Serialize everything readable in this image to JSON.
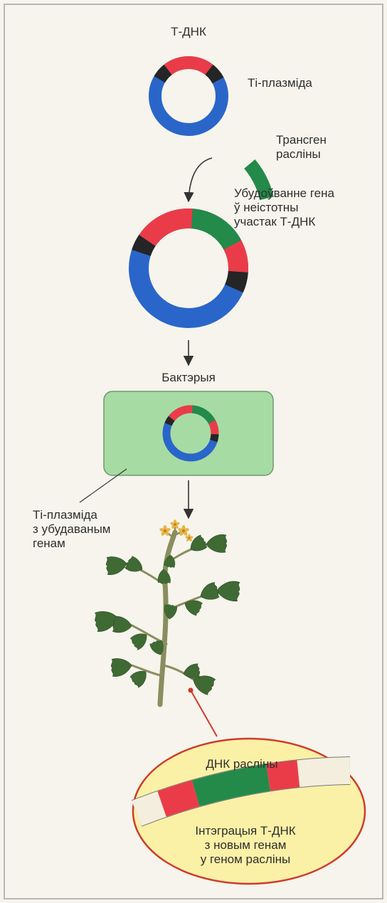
{
  "colors": {
    "background": "#f6f4ec",
    "border": "#b7b7b7",
    "plasmid_blue": "#2a66c9",
    "insert_red": "#ea3c48",
    "insert_black": "#252525",
    "transgene_green": "#238a4a",
    "bacterium_fill": "#a7dba4",
    "bacterium_edge": "#6e9a6c",
    "zoom_fill": "#faf0a6",
    "zoom_edge": "#cf3a2b",
    "plant_green": "#3f6a34",
    "stem": "#8a8d5e",
    "flower": "#e7b546"
  },
  "labels": {
    "tdna": "Т-ДНК",
    "ti_plasmid": "Ті-плазміда",
    "transgene": [
      "Трансген",
      "расліны"
    ],
    "insertion": [
      "Убудоўванне гена",
      "ў неістотны",
      "участак Т-ДНК"
    ],
    "bacterium": "Бактэрыя",
    "plasmid_with_gene": [
      "Ті-плазміда",
      "з убудаваным",
      "генам"
    ],
    "plant_dna": "ДНК расліны",
    "integration": [
      "Інтэграцыя Т-ДНК",
      "з новым генам",
      "у геном расліны"
    ]
  },
  "icons": {
    "plasmid": "ring-icon",
    "transgene_fragment": "arc-fragment-icon",
    "bacterium": "rounded-rect-cell-icon",
    "plant": "tomato-plant-icon",
    "zoom": "magnifier-ellipse-icon"
  }
}
